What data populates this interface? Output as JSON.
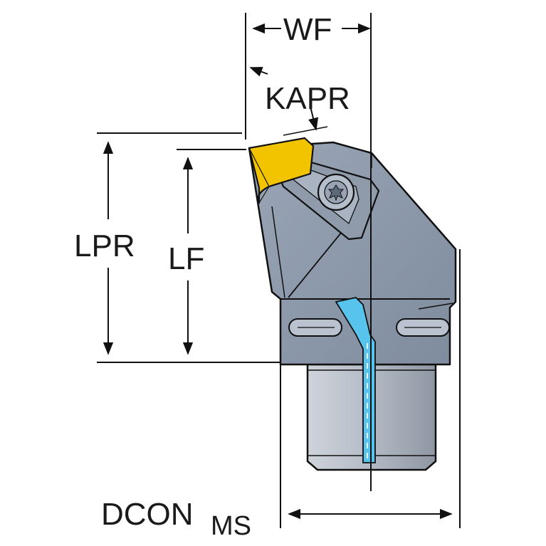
{
  "labels": {
    "wf": "WF",
    "kapr": "KAPR",
    "lpr": "LPR",
    "lf": "LF",
    "dcon": "DCON",
    "dcon_sub": "MS"
  },
  "colors": {
    "line": "#111111",
    "body": "#8d99aa",
    "body_dark": "#69778a",
    "body_light": "#aeb8c6",
    "insert": "#f2c400",
    "shank": "#a7afba",
    "shank_light": "#c9cfd7",
    "coolant": "#58c3ec",
    "screw": "#b5bfcc"
  },
  "icons": {
    "insert": "rhombic-insert-icon",
    "screw": "torx-screw-icon",
    "clamp": "clamp-lever-icon"
  }
}
